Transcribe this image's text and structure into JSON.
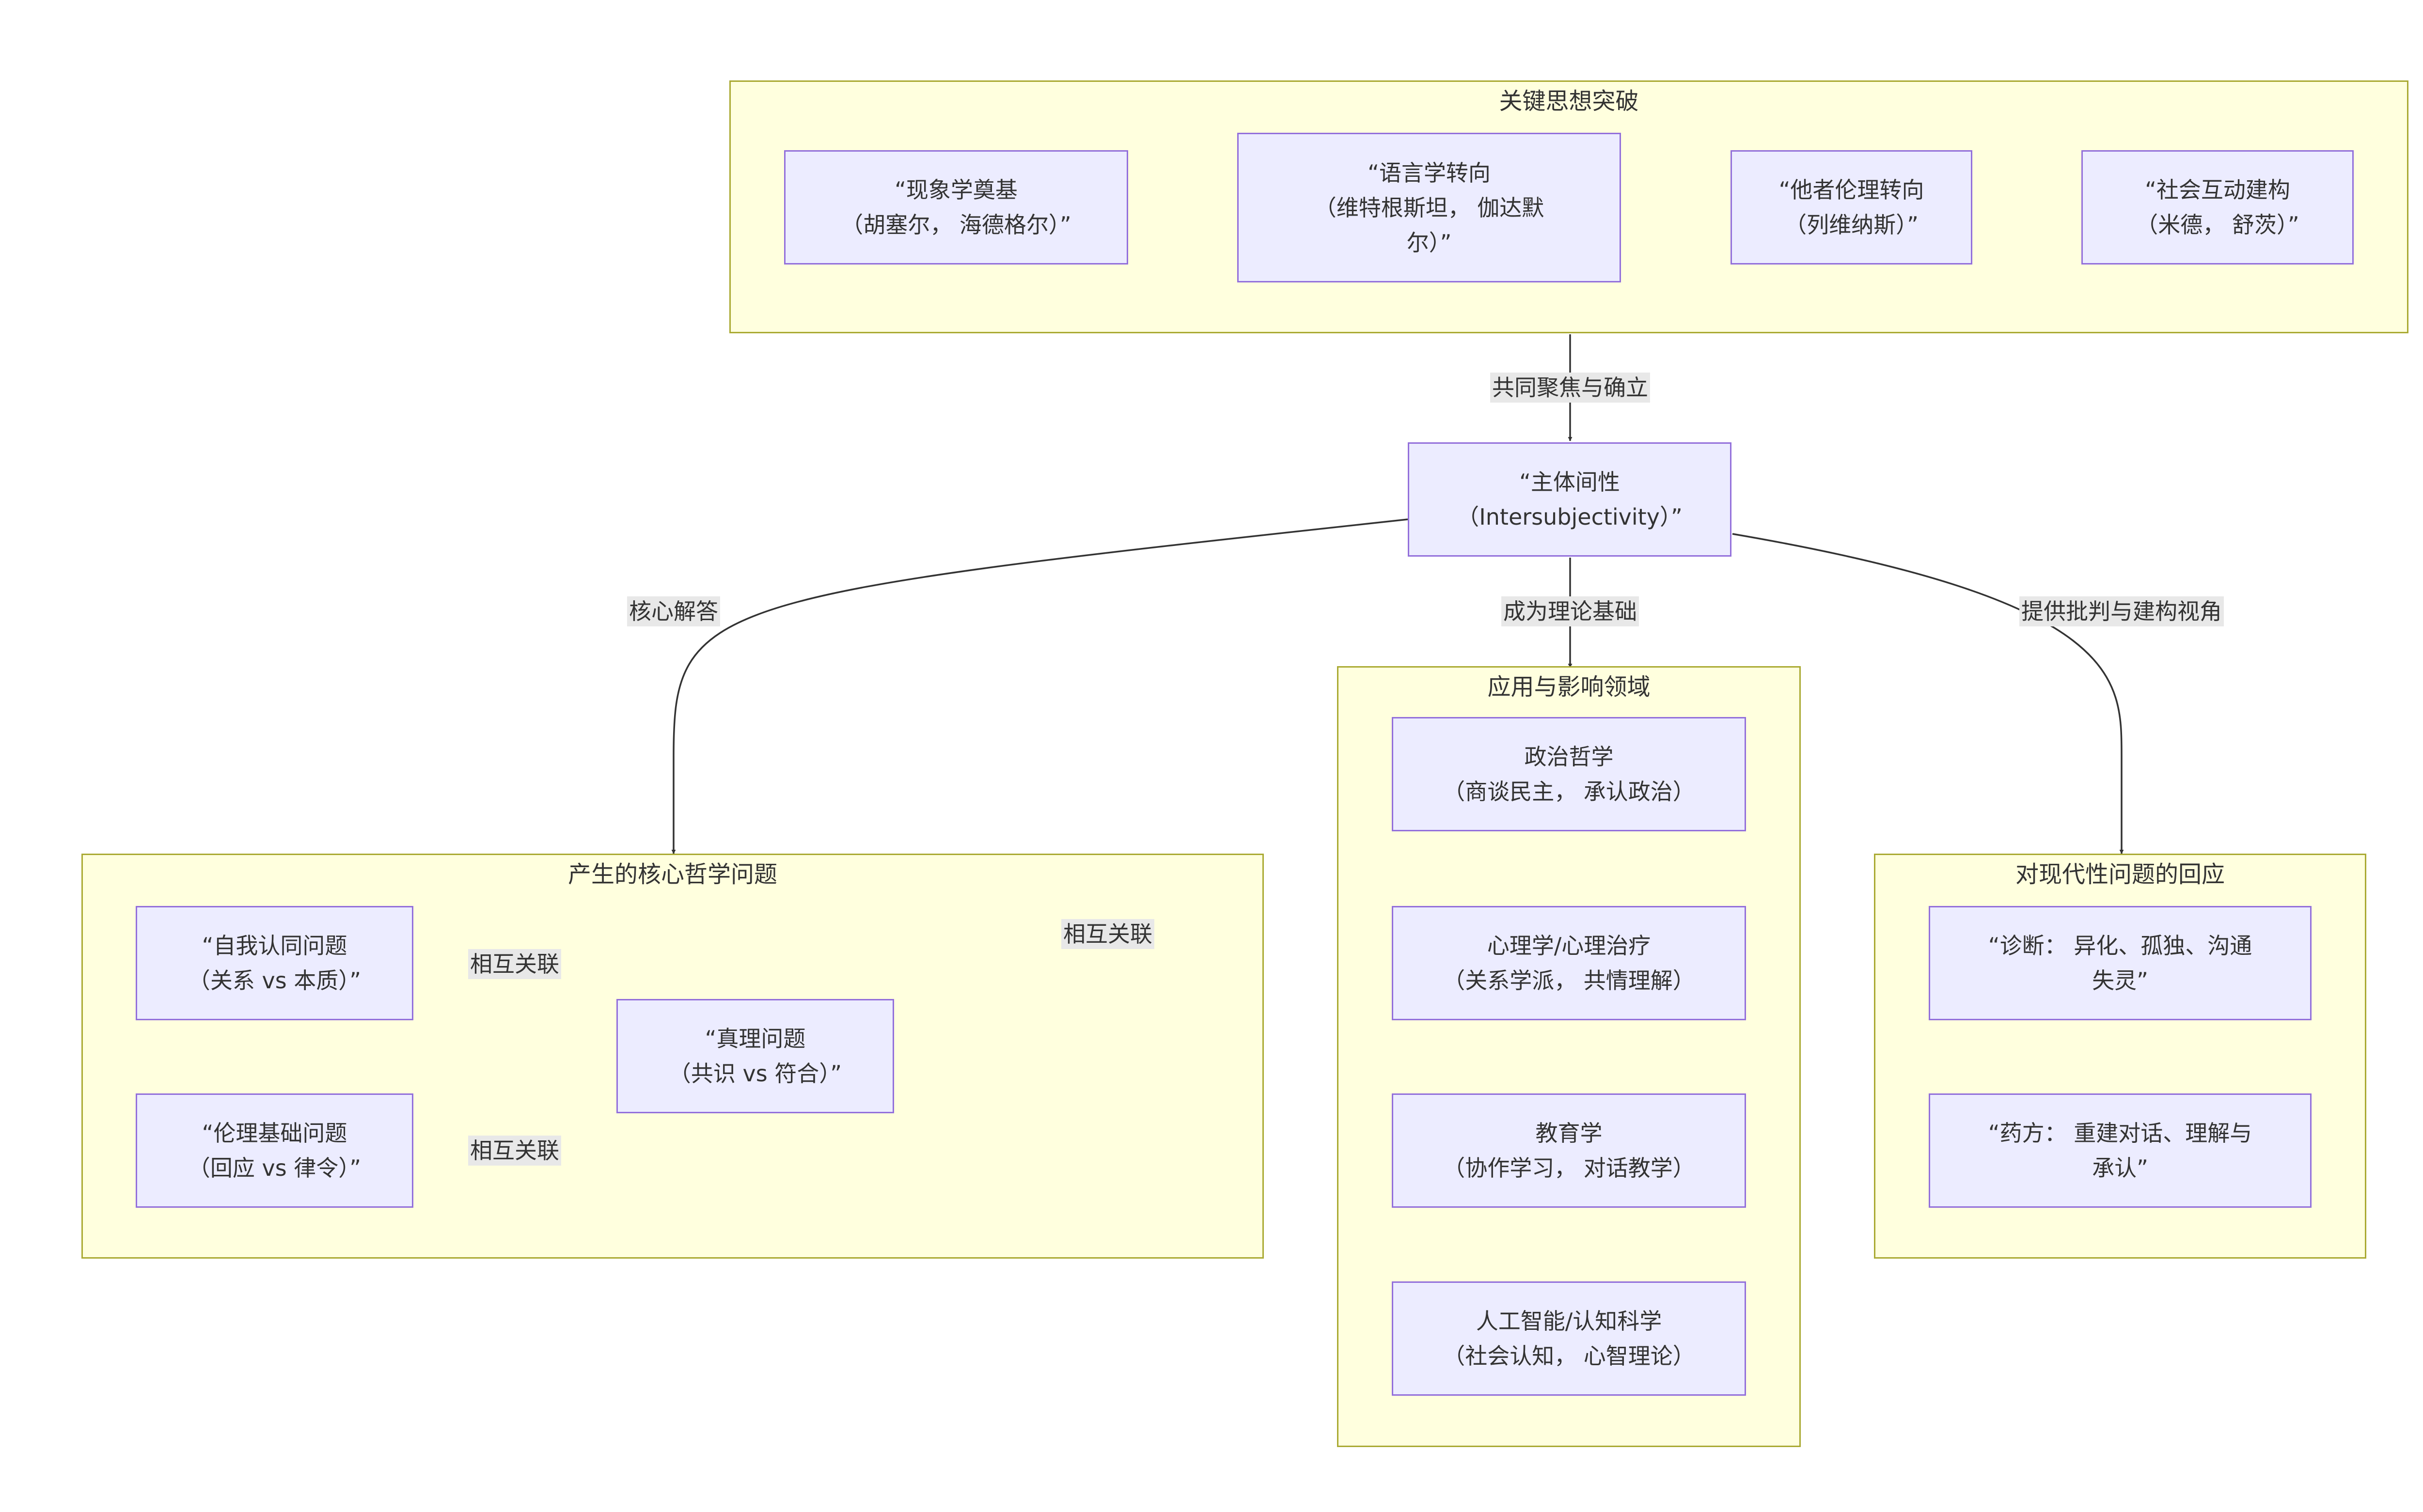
{
  "clusters": {
    "breakthroughs": {
      "title": "关键思想突破"
    },
    "problems": {
      "title": "产生的核心哲学问题"
    },
    "applications": {
      "title": "应用与影响领域"
    },
    "modernity": {
      "title": "对现代性问题的回应"
    }
  },
  "nodes": {
    "phenomenology": "“现象学奠基\n（胡塞尔， 海德格尔）”",
    "linguistic": "“语言学转向\n（维特根斯坦， 伽达默\n尔）”",
    "other_ethics": "“他者伦理转向\n（列维纳斯）”",
    "social": "“社会互动建构\n（米德， 舒茨）”",
    "intersubjectivity": "“主体间性\n（Intersubjectivity）”",
    "self_identity": "“自我认同问题\n（关系 vs 本质）”",
    "ethics_basis": "“伦理基础问题\n（回应 vs 律令）”",
    "truth": "“真理问题\n（共识 vs 符合）”",
    "politics": "政治哲学\n（商谈民主， 承认政治）",
    "psychology": "心理学/心理治疗\n（关系学派， 共情理解）",
    "education": "教育学\n（协作学习， 对话教学）",
    "ai": "人工智能/认知科学\n（社会认知， 心智理论）",
    "diagnosis": "“诊断： 异化、孤独、沟通\n失灵”",
    "remedy": "“药方： 重建对话、理解与\n承认”"
  },
  "edge_labels": {
    "focus": "共同聚焦与确立",
    "core_answer": "核心解答",
    "foundation": "成为理论基础",
    "critique": "提供批判与建构视角",
    "self_truth": "相互关联",
    "ethics_truth": "相互关联",
    "truth_loop": "相互关联"
  },
  "colors": {
    "node_fill": "#ececff",
    "node_stroke": "#9370db",
    "cluster_fill": "#ffffde",
    "cluster_stroke": "#aaaa33",
    "edge": "#333333",
    "label_bg": "#e8e8e8"
  }
}
